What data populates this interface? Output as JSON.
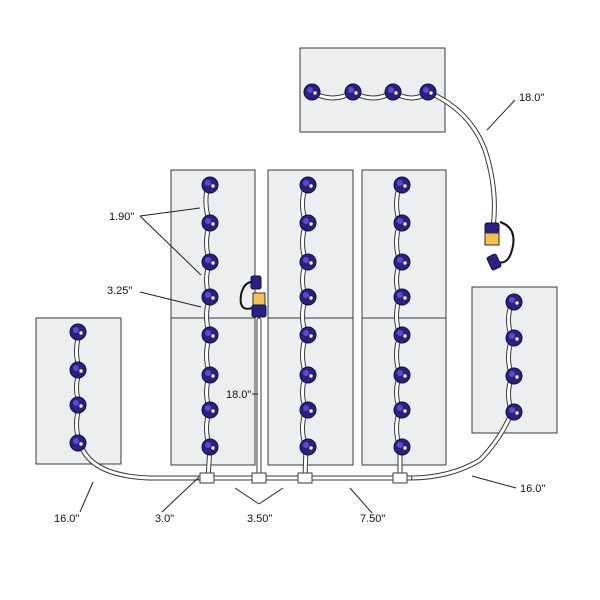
{
  "labels": {
    "top_tube": "18.0\"",
    "spacing_cap": "1.90\"",
    "spacing_gap": "3.25\"",
    "vertical_feed": "18.0\"",
    "left_tube": "16.0\"",
    "right_tube": "16.0\"",
    "tee_offset": "3.0\"",
    "tee_spacing": "3.50\"",
    "tee_run": "7.50\""
  },
  "colors": {
    "cap": "#2a1f8a",
    "panel": "#eceef0",
    "coupler": "#f2c14e"
  },
  "icons": [
    "battery-cap-icon",
    "tee-fitting-icon",
    "quick-connect-coupler-icon"
  ]
}
